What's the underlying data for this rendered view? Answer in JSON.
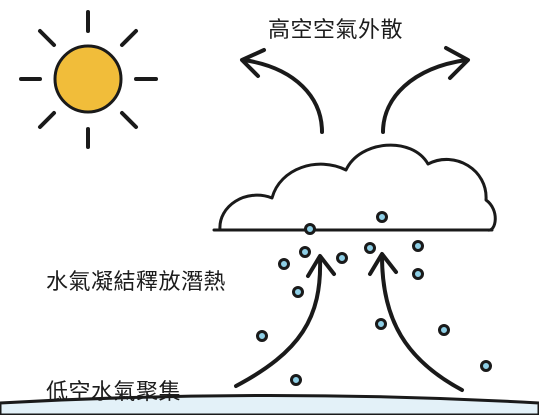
{
  "labels": {
    "high_altitude_dispersal": "高空空氣外散",
    "condensation_latent_heat": "水氣凝結釋放潛熱",
    "low_level_moisture_convergence": "低空水氣聚集"
  },
  "colors": {
    "outline": "#1a1a1a",
    "sun_fill": "#f1bd3a",
    "cloud_fill": "#ffffff",
    "droplet_fill": "#8ecfe6",
    "ground_fill": "#e3f1f8"
  },
  "icons": {
    "sun": "sun-icon",
    "cloud": "cloud-icon",
    "droplet": "water-droplet-icon",
    "arrow": "curved-arrow-icon"
  }
}
